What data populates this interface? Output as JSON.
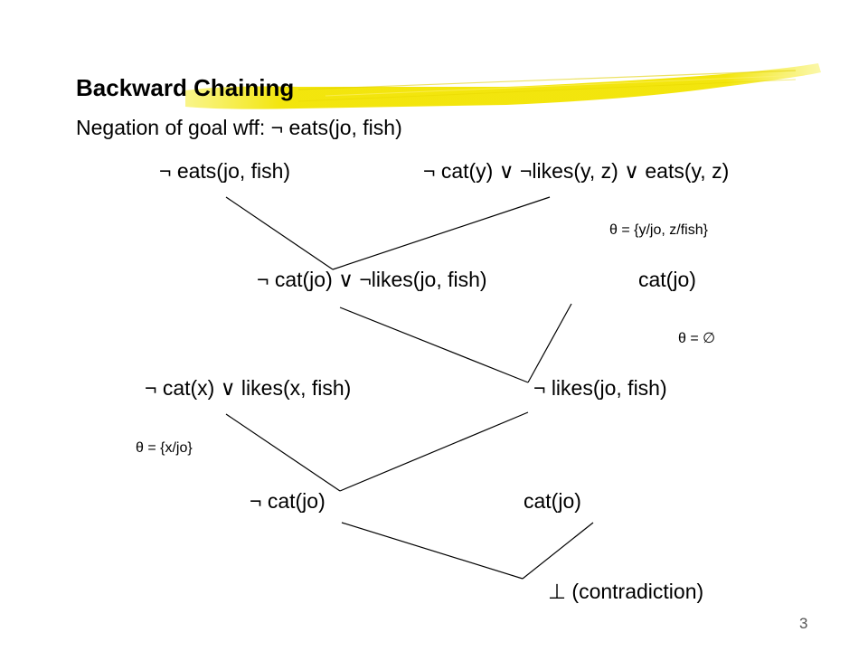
{
  "slide": {
    "title": "Backward Chaining",
    "goal_line": "Negation of goal wff:  ¬ eats(jo, fish)",
    "page_number": "3",
    "highlight_color": "#f2e600"
  },
  "clauses": {
    "goal": "¬ eats(jo, fish)",
    "rule_eats": "¬ cat(y) ∨ ¬likes(y, z) ∨ eats(y, z)",
    "subst_1": "θ = {y/jo, z/fish}",
    "resolvent_1": "¬ cat(jo) ∨ ¬likes(jo, fish)",
    "fact_cat_1": "cat(jo)",
    "subst_2": "θ = ∅",
    "rule_likes": "¬ cat(x) ∨ likes(x, fish)",
    "resolvent_2": "¬ likes(jo, fish)",
    "subst_3": "θ = {x/jo}",
    "resolvent_3": "¬ cat(jo)",
    "fact_cat_2": "cat(jo)",
    "result": "⊥ (contradiction)"
  }
}
